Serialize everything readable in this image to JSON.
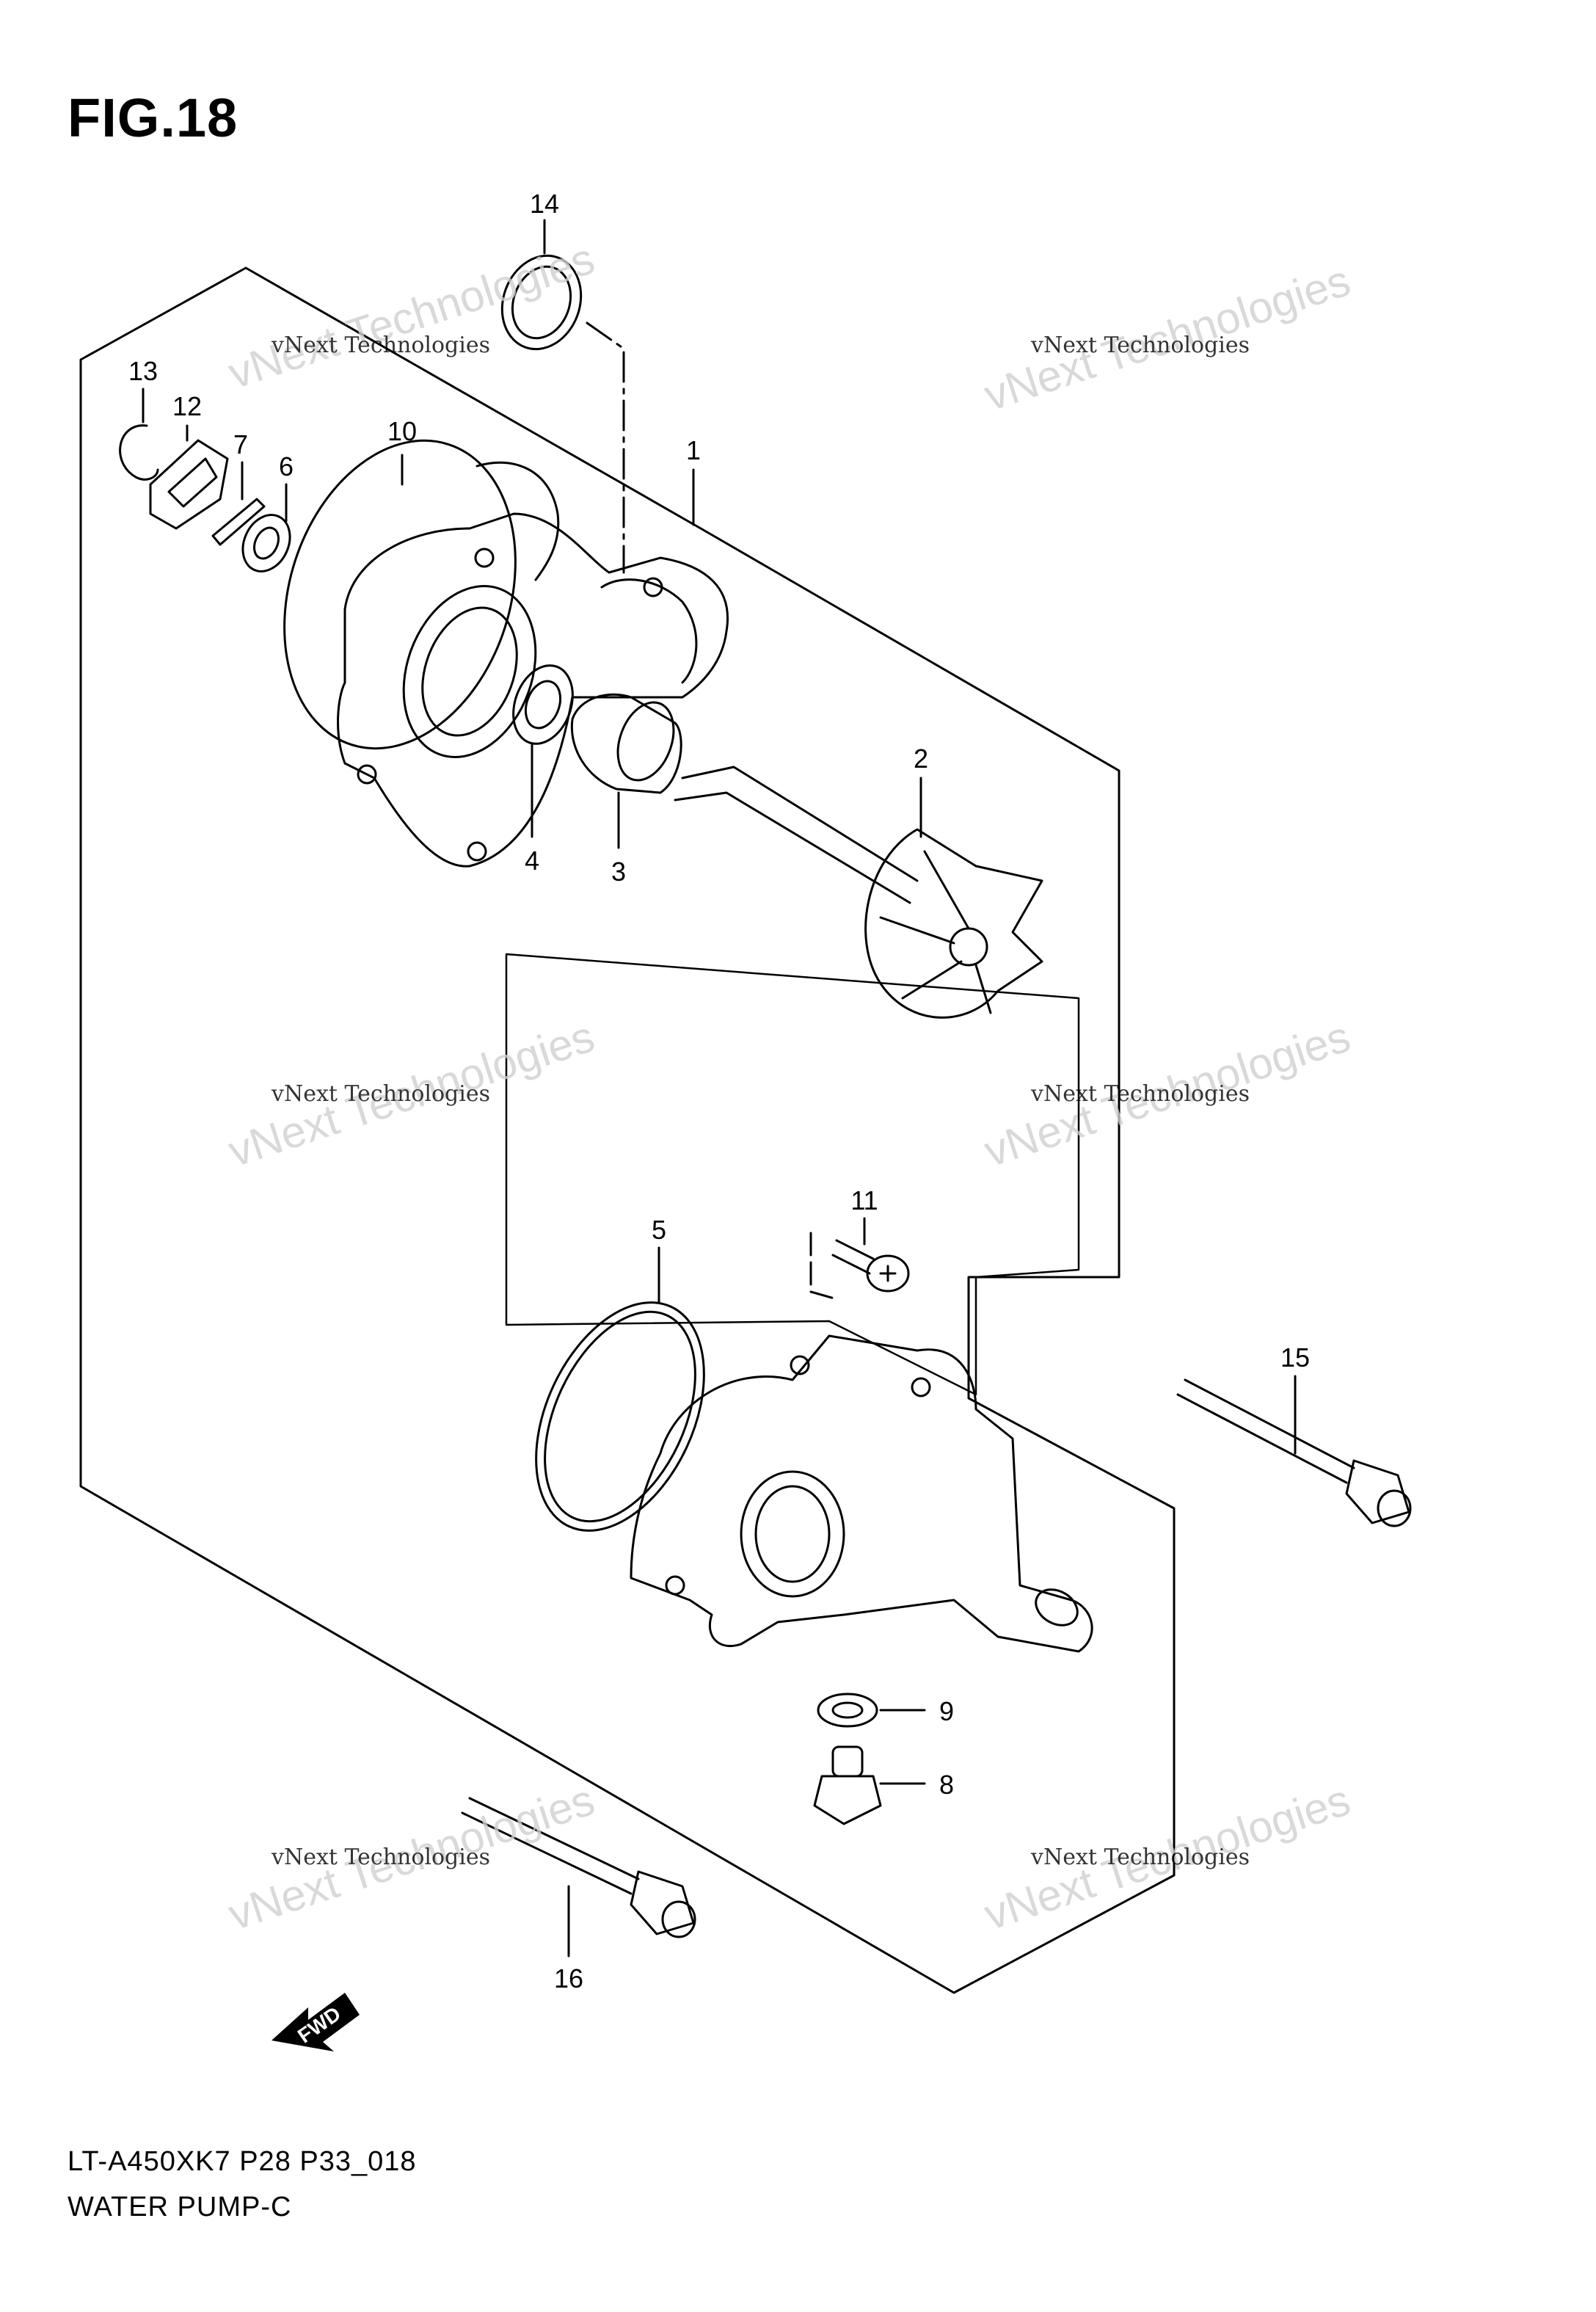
{
  "figure": {
    "title": "FIG.18",
    "model_code": "LT-A450XK7 P28 P33_018",
    "name": "WATER PUMP-C"
  },
  "callouts": [
    "1",
    "2",
    "3",
    "4",
    "5",
    "6",
    "7",
    "8",
    "9",
    "10",
    "11",
    "12",
    "13",
    "14",
    "15",
    "16"
  ],
  "watermark": {
    "line1": "vNext Technologies",
    "line2": "vNext Technologies"
  },
  "fwd_label": "FWD",
  "icons": [
    "fwd-arrow-icon"
  ]
}
